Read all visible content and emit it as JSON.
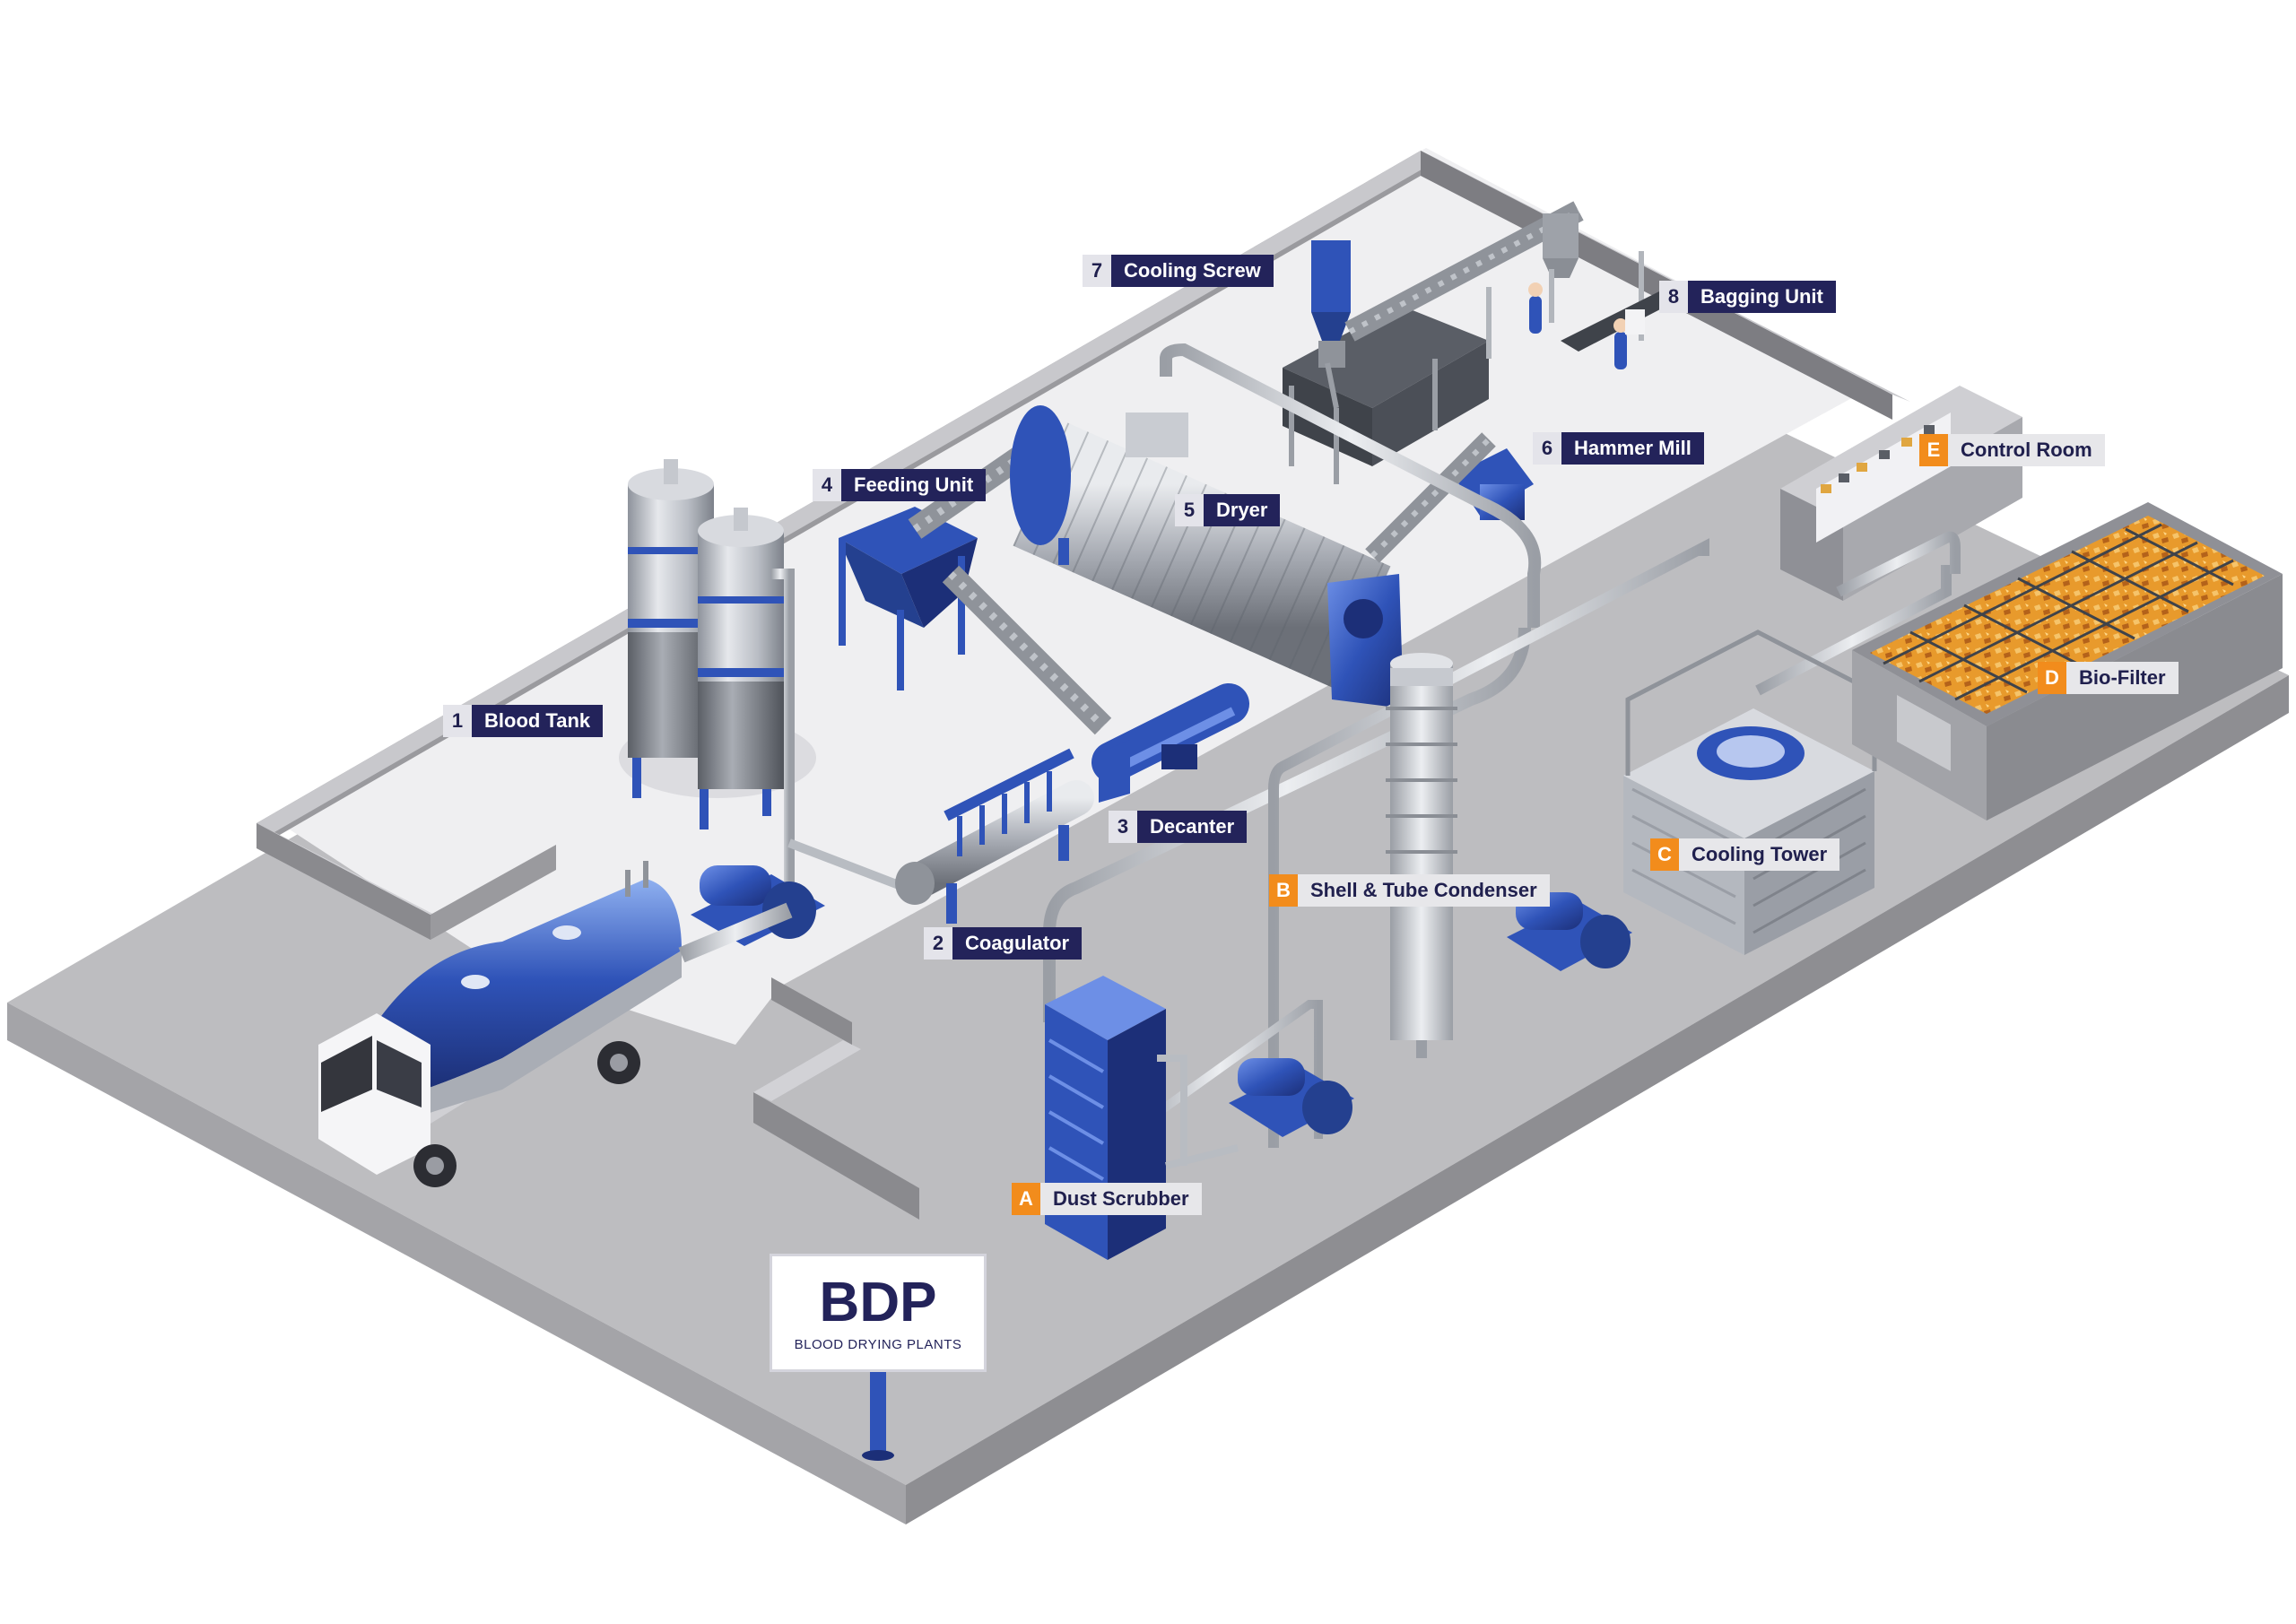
{
  "sign": {
    "title": "BDP",
    "subtitle": "BLOOD DRYING PLANTS"
  },
  "labels": [
    {
      "id": "1",
      "text": "Blood Tank",
      "kind": "number"
    },
    {
      "id": "2",
      "text": "Coagulator",
      "kind": "number"
    },
    {
      "id": "3",
      "text": "Decanter",
      "kind": "number"
    },
    {
      "id": "4",
      "text": "Feeding Unit",
      "kind": "number"
    },
    {
      "id": "5",
      "text": "Dryer",
      "kind": "number"
    },
    {
      "id": "6",
      "text": "Hammer Mill",
      "kind": "number"
    },
    {
      "id": "7",
      "text": "Cooling Screw",
      "kind": "number"
    },
    {
      "id": "8",
      "text": "Bagging Unit",
      "kind": "number"
    },
    {
      "id": "A",
      "text": "Dust Scrubber",
      "kind": "letter"
    },
    {
      "id": "B",
      "text": "Shell & Tube Condenser",
      "kind": "letter"
    },
    {
      "id": "C",
      "text": "Cooling Tower",
      "kind": "letter"
    },
    {
      "id": "D",
      "text": "Bio-Filter",
      "kind": "letter"
    },
    {
      "id": "E",
      "text": "Control Room",
      "kind": "letter"
    }
  ],
  "colors": {
    "navy": "#23235a",
    "orange": "#f28c1c",
    "equipment_blue": "#2f53b8",
    "floor": "#eeeeef",
    "ground": "#bcbcbe"
  }
}
